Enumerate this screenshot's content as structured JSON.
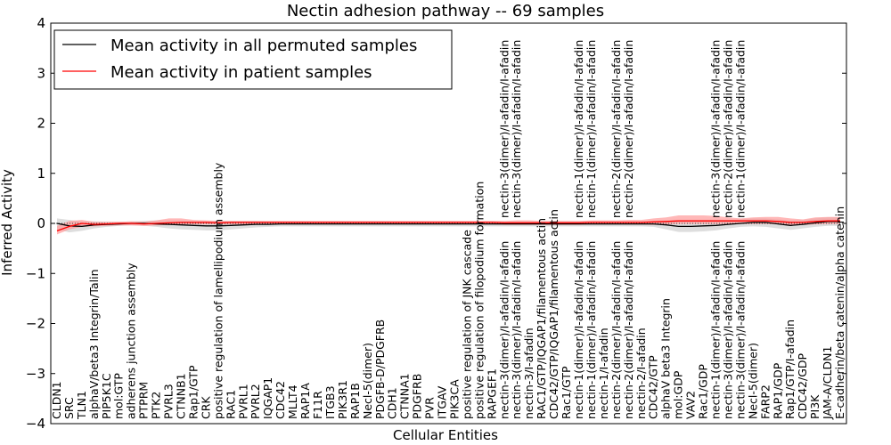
{
  "chart_data": {
    "type": "line",
    "title": "Nectin adhesion pathway -- 69 samples",
    "xlabel": "Cellular Entities",
    "ylabel": "Inferred Activity",
    "ylim": [
      -4,
      4
    ],
    "yticks": [
      -4,
      -3,
      -2,
      -1,
      0,
      1,
      2,
      3,
      4
    ],
    "ytick_labels": [
      "−4",
      "−3",
      "−2",
      "−1",
      "0",
      "1",
      "2",
      "3",
      "4"
    ],
    "grid": false,
    "legend_position": "top-left",
    "categories": [
      "CLDN1",
      "SRC",
      "TLN1",
      "alphaV/beta3 Integrin/Talin",
      "PIP5K1C",
      "mol:GTP",
      "adherens junction assembly",
      "PTPRM",
      "PTK2",
      "PVRL3",
      "CTNNB1",
      "Rap1/GTP",
      "CRK",
      "positive regulation of lamellipodium assembly",
      "RAC1",
      "PVRL1",
      "PVRL2",
      "IQGAP1",
      "CDC42",
      "MLLT4",
      "RAP1A",
      "F11R",
      "ITGB3",
      "PIK3R1",
      "RAP1B",
      "Necl-5(dimer)",
      "PDGFB-D/PDGFRB",
      "CDH1",
      "CTNNA1",
      "PDGFRB",
      "PVR",
      "ITGAV",
      "PIK3CA",
      "positive regulation of JNK cascade",
      "positive regulation of filopodium formation",
      "RAPGEF1",
      "nectin-3(dimer)/I-afadin/I-afadin",
      "nectin-3(dimer)/I-afadin/I-afadin",
      "nectin-3/I-afadin",
      "RAC1/GTP/IQGAP1/filamentous actin",
      "CDC42/GTP/IQGAP1/filamentous actin",
      "Rac1/GTP",
      "nectin-1(dimer)/I-afadin/I-afadin",
      "nectin-1(dimer)/I-afadin/I-afadin",
      "nectin-1/I-afadin",
      "nectin-2(dimer)/I-afadin/I-afadin",
      "nectin-2(dimer)/I-afadin/I-afadin",
      "nectin-2/I-afadin",
      "CDC42/GTP",
      "alphaV beta3 Integrin",
      "mol:GDP",
      "VAV2",
      "Rac1/GDP",
      "nectin-1(dimer)/I-afadin/I-afadin",
      "nectin-3(dimer)/I-afadin/I-afadin",
      "nectin-3(dimer)/I-afadin/I-afadin",
      "Necl-5(dimer)",
      "FARP2",
      "RAP1/GDP",
      "Rap1/GTP/I-afadin",
      "CDC42/GDP",
      "PI3K",
      "JAM-A/CLDN1",
      "E-cadherin/beta catenin/alpha catenin"
    ],
    "top_labels": [
      "",
      "",
      "",
      "",
      "",
      "",
      "",
      "",
      "",
      "",
      "",
      "",
      "",
      "",
      "",
      "",
      "",
      "",
      "",
      "",
      "",
      "",
      "",
      "",
      "",
      "",
      "",
      "",
      "",
      "",
      "",
      "",
      "",
      "",
      "",
      "",
      "nectin-3(dimer)/I-afadin/I-afadin",
      "nectin-3(dimer)/I-afadin/I-afadin",
      "",
      "",
      "",
      "",
      "nectin-1(dimer)/I-afadin/I-afadin",
      "nectin-1(dimer)/I-afadin/I-afadin",
      "",
      "nectin-2(dimer)/I-afadin/I-afadin",
      "nectin-2(dimer)/I-afadin/I-afadin",
      "",
      "",
      "",
      "",
      "",
      "",
      "nectin-3(dimer)/I-afadin/I-afadin",
      "nectin-2(dimer)/I-afadin/I-afadin",
      "nectin-1(dimer)/I-afadin/I-afadin",
      "",
      "",
      "",
      "",
      "",
      "",
      "",
      ""
    ],
    "series": [
      {
        "name": "Mean activity in all permuted samples",
        "color": "#000000",
        "band_color": "#c8c8c8",
        "values": [
          0.0,
          -0.05,
          -0.06,
          -0.03,
          -0.02,
          -0.01,
          0.0,
          0.0,
          -0.01,
          -0.02,
          -0.03,
          -0.04,
          -0.05,
          -0.05,
          -0.04,
          -0.03,
          -0.02,
          -0.02,
          -0.01,
          -0.01,
          -0.01,
          -0.01,
          -0.01,
          -0.01,
          -0.01,
          -0.01,
          -0.01,
          -0.01,
          -0.01,
          -0.01,
          -0.01,
          -0.01,
          -0.01,
          -0.01,
          -0.01,
          -0.01,
          -0.01,
          -0.01,
          -0.01,
          -0.01,
          -0.01,
          -0.01,
          -0.01,
          -0.01,
          -0.01,
          -0.01,
          -0.01,
          -0.01,
          -0.01,
          -0.03,
          -0.06,
          -0.06,
          -0.05,
          -0.04,
          -0.02,
          0.0,
          0.02,
          0.02,
          -0.01,
          -0.04,
          -0.02,
          0.01,
          0.04,
          0.04
        ],
        "lower": [
          -0.12,
          -0.18,
          -0.15,
          -0.1,
          -0.07,
          -0.05,
          -0.04,
          -0.05,
          -0.07,
          -0.1,
          -0.12,
          -0.13,
          -0.14,
          -0.14,
          -0.12,
          -0.1,
          -0.08,
          -0.07,
          -0.06,
          -0.06,
          -0.06,
          -0.06,
          -0.06,
          -0.06,
          -0.06,
          -0.06,
          -0.06,
          -0.06,
          -0.06,
          -0.06,
          -0.06,
          -0.06,
          -0.06,
          -0.06,
          -0.06,
          -0.06,
          -0.06,
          -0.06,
          -0.06,
          -0.06,
          -0.06,
          -0.06,
          -0.06,
          -0.06,
          -0.06,
          -0.06,
          -0.06,
          -0.06,
          -0.07,
          -0.12,
          -0.17,
          -0.17,
          -0.16,
          -0.14,
          -0.1,
          -0.07,
          -0.06,
          -0.07,
          -0.1,
          -0.13,
          -0.1,
          -0.07,
          -0.05,
          -0.05
        ],
        "upper": [
          0.1,
          0.07,
          0.04,
          0.04,
          0.03,
          0.03,
          0.04,
          0.05,
          0.06,
          0.06,
          0.06,
          0.05,
          0.05,
          0.05,
          0.05,
          0.05,
          0.05,
          0.04,
          0.04,
          0.04,
          0.04,
          0.04,
          0.04,
          0.04,
          0.04,
          0.04,
          0.04,
          0.04,
          0.04,
          0.04,
          0.04,
          0.04,
          0.04,
          0.04,
          0.04,
          0.04,
          0.04,
          0.04,
          0.04,
          0.04,
          0.04,
          0.04,
          0.04,
          0.04,
          0.04,
          0.04,
          0.04,
          0.04,
          0.04,
          0.05,
          0.06,
          0.06,
          0.06,
          0.06,
          0.07,
          0.08,
          0.1,
          0.1,
          0.08,
          0.06,
          0.07,
          0.1,
          0.12,
          0.12
        ]
      },
      {
        "name": "Mean activity in patient samples",
        "color": "#ff0000",
        "band_color": "#ff9a9a",
        "values": [
          -0.15,
          -0.06,
          0.0,
          -0.02,
          -0.01,
          0.0,
          0.0,
          -0.01,
          0.0,
          0.01,
          0.02,
          0.02,
          0.02,
          0.01,
          0.02,
          0.02,
          0.02,
          0.02,
          0.02,
          0.02,
          0.02,
          0.02,
          0.02,
          0.02,
          0.02,
          0.02,
          0.02,
          0.02,
          0.02,
          0.02,
          0.02,
          0.02,
          0.02,
          0.02,
          0.02,
          0.02,
          0.01,
          0.01,
          0.01,
          0.01,
          0.01,
          0.01,
          0.01,
          0.02,
          0.02,
          0.02,
          0.02,
          0.02,
          0.03,
          0.04,
          0.05,
          0.05,
          0.05,
          0.05,
          0.05,
          0.05,
          0.05,
          0.05,
          0.04,
          0.02,
          0.02,
          0.04,
          0.05,
          0.05
        ],
        "lower": [
          -0.22,
          -0.12,
          -0.07,
          -0.06,
          -0.05,
          -0.04,
          -0.04,
          -0.05,
          -0.04,
          -0.03,
          -0.02,
          -0.02,
          -0.02,
          -0.02,
          -0.02,
          -0.02,
          -0.02,
          -0.02,
          -0.02,
          -0.02,
          -0.02,
          -0.02,
          -0.02,
          -0.02,
          -0.02,
          -0.02,
          -0.02,
          -0.02,
          -0.02,
          -0.02,
          -0.02,
          -0.02,
          -0.02,
          -0.02,
          -0.02,
          -0.02,
          -0.03,
          -0.03,
          -0.03,
          -0.03,
          -0.03,
          -0.03,
          -0.03,
          -0.02,
          -0.02,
          -0.02,
          -0.02,
          -0.02,
          -0.03,
          -0.02,
          -0.01,
          -0.01,
          -0.01,
          -0.01,
          -0.01,
          -0.01,
          -0.01,
          -0.01,
          -0.02,
          -0.03,
          -0.03,
          -0.02,
          -0.01,
          -0.01
        ],
        "upper": [
          -0.05,
          0.05,
          0.07,
          0.03,
          0.03,
          0.03,
          0.04,
          0.03,
          0.06,
          0.1,
          0.1,
          0.07,
          0.06,
          0.05,
          0.05,
          0.05,
          0.05,
          0.05,
          0.05,
          0.05,
          0.05,
          0.05,
          0.05,
          0.05,
          0.05,
          0.05,
          0.05,
          0.05,
          0.05,
          0.05,
          0.05,
          0.05,
          0.05,
          0.05,
          0.05,
          0.05,
          0.05,
          0.06,
          0.06,
          0.05,
          0.05,
          0.05,
          0.05,
          0.06,
          0.06,
          0.06,
          0.07,
          0.07,
          0.1,
          0.12,
          0.16,
          0.16,
          0.16,
          0.15,
          0.12,
          0.1,
          0.12,
          0.13,
          0.13,
          0.1,
          0.08,
          0.12,
          0.13,
          0.13
        ]
      }
    ]
  }
}
